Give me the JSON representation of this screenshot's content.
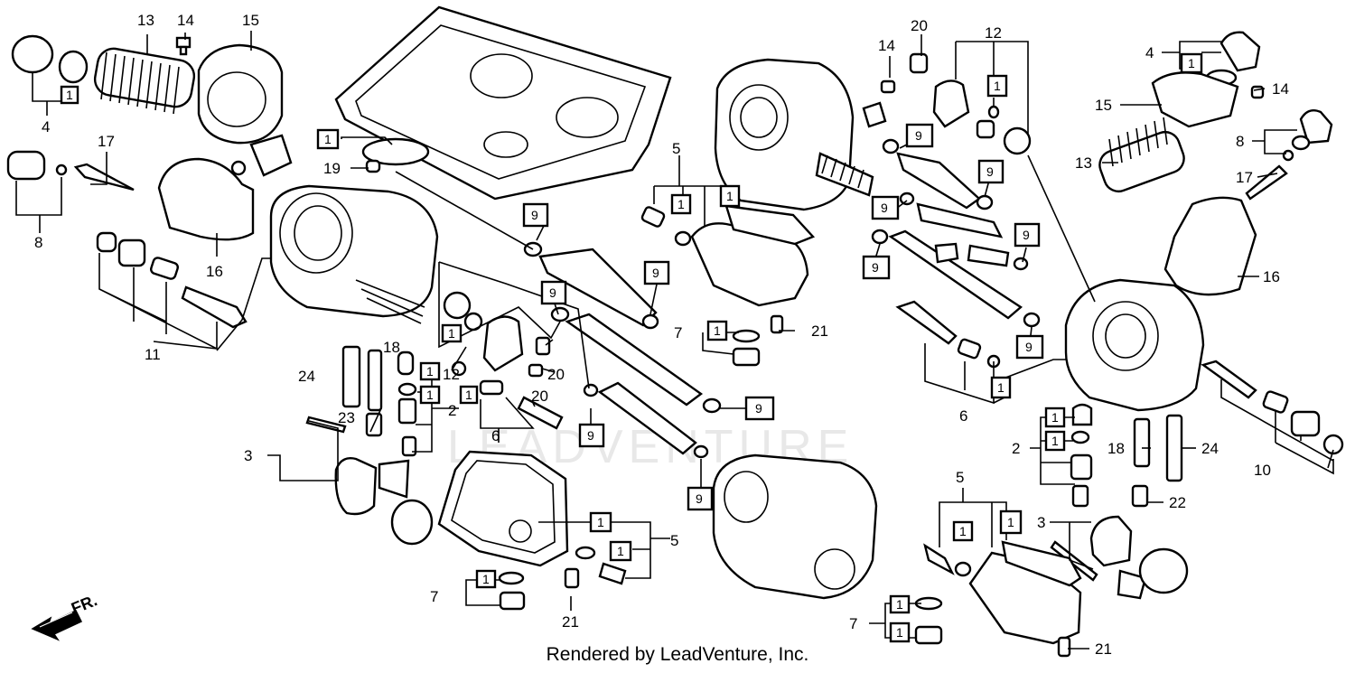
{
  "watermark": "LEADVENTURE",
  "credit": "Rendered by LeadVenture, Inc.",
  "direction_marker": {
    "icon": "front-arrow-icon",
    "label": "FR."
  },
  "part_labels": {
    "l1": "13",
    "l2": "14",
    "l3": "15",
    "l4": "4",
    "l5": "17",
    "l6": "8",
    "l7": "16",
    "l8": "19",
    "l9": "11",
    "l10": "24",
    "l11": "18",
    "l12": "12",
    "l13": "23",
    "l14": "2",
    "l15": "6",
    "l16": "20",
    "l17": "20",
    "l18": "3",
    "l19": "5",
    "l20": "7",
    "l21": "21",
    "l22": "5",
    "l23": "7",
    "l24": "21",
    "l25": "20",
    "l26": "14",
    "l27": "12",
    "l28": "4",
    "l29": "15",
    "l30": "14",
    "l31": "13",
    "l32": "8",
    "l33": "17",
    "l34": "16",
    "l35": "6",
    "l36": "2",
    "l37": "18",
    "l38": "24",
    "l39": "22",
    "l40": "10",
    "l41": "3",
    "l42": "5",
    "l43": "7",
    "l44": "21"
  },
  "boxed_labels": {
    "b1": "1",
    "b2": "1",
    "b3": "9",
    "b4": "9",
    "b5": "9",
    "b6": "9",
    "b7": "9",
    "b8": "9",
    "b9": "1",
    "b10": "1",
    "b11": "1",
    "b12": "1",
    "b13": "1",
    "b14": "1",
    "b15": "1",
    "b16": "1",
    "b17": "1",
    "b18": "1",
    "b19": "1",
    "b20": "1",
    "b21": "9",
    "b22": "9",
    "b23": "9",
    "b24": "9",
    "b25": "9",
    "b26": "9",
    "b27": "9",
    "b28": "1",
    "b29": "1",
    "b30": "1",
    "b31": "1",
    "b32": "1",
    "b33": "1",
    "b34": "1",
    "b35": "1",
    "b36": "1"
  }
}
